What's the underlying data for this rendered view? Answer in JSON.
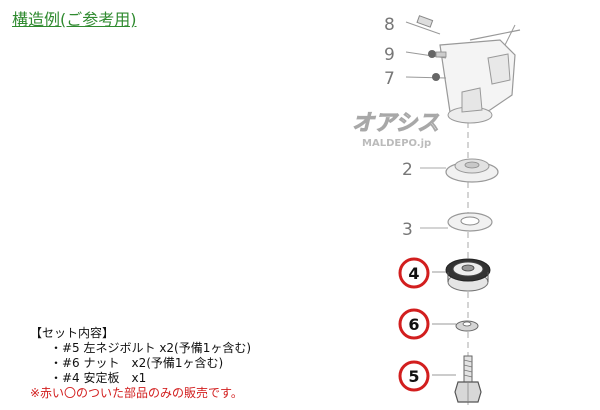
{
  "title": "構造例(ご参考用)",
  "watermark": {
    "logo_text": "オアシス",
    "site_text": "MALDEPO.jp"
  },
  "labels": {
    "p8": "8",
    "p9": "9",
    "p7": "7",
    "p2": "2",
    "p3": "3",
    "p4": "4",
    "p6": "6",
    "p5": "5"
  },
  "kit": {
    "header": "【セット内容】",
    "items": [
      "・#5 左ネジボルト x2(予備1ヶ含む)",
      "・#6 ナット　x2(予備1ヶ含む)",
      "・#4 安定板　x1"
    ],
    "note": "※赤い〇のついた部品のみの販売です。"
  },
  "colors": {
    "title": "#2f8a2f",
    "highlight_circle": "#d21e1e",
    "note": "#d21e1e",
    "part_number": "#777777"
  }
}
